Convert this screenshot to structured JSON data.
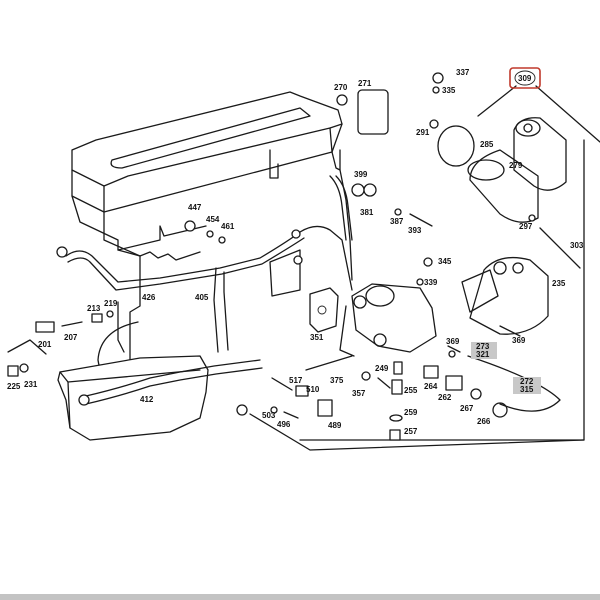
{
  "diagram": {
    "title": "Engine oil filter assembly exploded view",
    "selected_part": "309",
    "highlight_color": "#c0392b",
    "shaded_label_color": "#c8c8c8",
    "parts": [
      {
        "id": "p270",
        "label": "270"
      },
      {
        "id": "p271",
        "label": "271"
      },
      {
        "id": "p337",
        "label": "337"
      },
      {
        "id": "p335",
        "label": "335"
      },
      {
        "id": "p291",
        "label": "291"
      },
      {
        "id": "p309",
        "label": "309",
        "selected": true
      },
      {
        "id": "p285",
        "label": "285"
      },
      {
        "id": "p279",
        "label": "279"
      },
      {
        "id": "p297",
        "label": "297"
      },
      {
        "id": "p303",
        "label": "303"
      },
      {
        "id": "p399",
        "label": "399"
      },
      {
        "id": "p381",
        "label": "381"
      },
      {
        "id": "p387",
        "label": "387"
      },
      {
        "id": "p393",
        "label": "393"
      },
      {
        "id": "p345",
        "label": "345"
      },
      {
        "id": "p339",
        "label": "339"
      },
      {
        "id": "p235",
        "label": "235"
      },
      {
        "id": "p447",
        "label": "447"
      },
      {
        "id": "p454",
        "label": "454"
      },
      {
        "id": "p461",
        "label": "461"
      },
      {
        "id": "p426",
        "label": "426"
      },
      {
        "id": "p405",
        "label": "405"
      },
      {
        "id": "p213",
        "label": "213"
      },
      {
        "id": "p219",
        "label": "219"
      },
      {
        "id": "p201",
        "label": "201"
      },
      {
        "id": "p207",
        "label": "207"
      },
      {
        "id": "p225",
        "label": "225"
      },
      {
        "id": "p231",
        "label": "231"
      },
      {
        "id": "p351",
        "label": "351"
      },
      {
        "id": "p369a",
        "label": "369"
      },
      {
        "id": "p369b",
        "label": "369"
      },
      {
        "id": "p273_321",
        "label": "273\n321",
        "shaded": true
      },
      {
        "id": "p272_315",
        "label": "272\n315",
        "shaded": true
      },
      {
        "id": "p249",
        "label": "249"
      },
      {
        "id": "p375",
        "label": "375"
      },
      {
        "id": "p357",
        "label": "357"
      },
      {
        "id": "p264",
        "label": "264"
      },
      {
        "id": "p262",
        "label": "262"
      },
      {
        "id": "p267",
        "label": "267"
      },
      {
        "id": "p266",
        "label": "266"
      },
      {
        "id": "p255",
        "label": "255"
      },
      {
        "id": "p259",
        "label": "259"
      },
      {
        "id": "p257",
        "label": "257"
      },
      {
        "id": "p517",
        "label": "517"
      },
      {
        "id": "p510",
        "label": "510"
      },
      {
        "id": "p503",
        "label": "503"
      },
      {
        "id": "p496",
        "label": "496"
      },
      {
        "id": "p489",
        "label": "489"
      },
      {
        "id": "p412",
        "label": "412"
      }
    ],
    "labels": {
      "p270": "270",
      "p271": "271",
      "p337": "337",
      "p335": "335",
      "p291": "291",
      "p309": "309",
      "p285": "285",
      "p279": "279",
      "p297": "297",
      "p303": "303",
      "p399": "399",
      "p381": "381",
      "p387": "387",
      "p393": "393",
      "p345": "345",
      "p339": "339",
      "p235": "235",
      "p447": "447",
      "p454": "454",
      "p461": "461",
      "p426": "426",
      "p405": "405",
      "p213": "213",
      "p219": "219",
      "p201": "201",
      "p207": "207",
      "p225": "225",
      "p231": "231",
      "p351": "351",
      "p369a": "369",
      "p369b": "369",
      "p273": "273",
      "p321": "321",
      "p272": "272",
      "p315": "315",
      "p249": "249",
      "p375": "375",
      "p357": "357",
      "p264": "264",
      "p262": "262",
      "p267": "267",
      "p266": "266",
      "p255": "255",
      "p259": "259",
      "p257": "257",
      "p517": "517",
      "p510": "510",
      "p503": "503",
      "p496": "496",
      "p489": "489",
      "p412": "412"
    }
  }
}
